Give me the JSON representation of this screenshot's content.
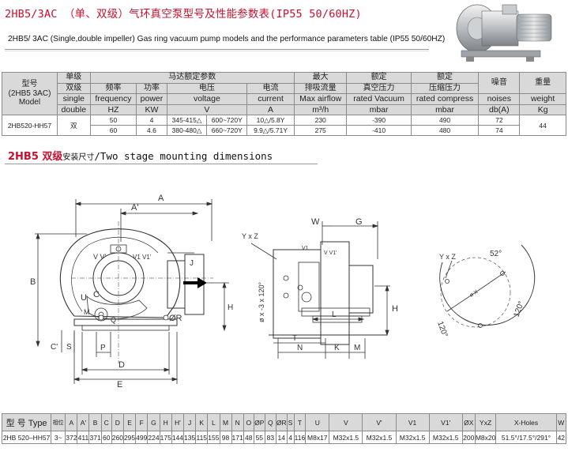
{
  "title": {
    "cn": "2HB5/3AC （单、双级）气环真空泵型号及性能参数表(IP55 50/60HZ)",
    "en": "2HB5/ 3AC (Single,double impeller) Gas ring vacuum pump models and the performance parameters table (IP55 50/60HZ)"
  },
  "perf_table": {
    "model_header": [
      "型号",
      "(2HB5 3AC)",
      "Model"
    ],
    "row1": [
      "单级",
      "马达额定参数",
      "最大",
      "额定",
      "额定",
      "噪音",
      "重量"
    ],
    "row2": [
      "双级",
      "频率",
      "功率",
      "电压",
      "电流",
      "排吸流量",
      "真空压力",
      "压缩压力"
    ],
    "row3": [
      "single",
      "frequency",
      "power",
      "voltage",
      "current",
      "Max airflow",
      "rated Vacuum",
      "rated compress",
      "noises",
      "weight"
    ],
    "row4": [
      "double",
      "HZ",
      "KW",
      "V",
      "A",
      "m³/h",
      "mbar",
      "mbar",
      "db(A)",
      "Kg"
    ],
    "data": {
      "model": "2HB520-HH57",
      "stage": "双",
      "weight": "44",
      "rows": [
        {
          "freq": "50",
          "power": "4",
          "v1": "345-415△",
          "v2": "600~720Y",
          "current": "10△/5.8Y",
          "airflow": "230",
          "vacuum": "-390",
          "compress": "490",
          "noise": "72"
        },
        {
          "freq": "60",
          "power": "4.6",
          "v1": "380-480△",
          "v2": "660~720Y",
          "current": "9.9△/5.71Y",
          "airflow": "275",
          "vacuum": "-410",
          "compress": "480",
          "noise": "74"
        }
      ]
    }
  },
  "section": {
    "red": "2HB5 双级",
    "cn": "安装尺寸",
    "en": "/Two stage mounting dimensions"
  },
  "drawing": {
    "front": [
      "A",
      "A'",
      "B",
      "U",
      "C",
      "V V'",
      "V1 V1'",
      "J",
      "M",
      "H",
      "P",
      "Q",
      "ØR",
      "S",
      "C'",
      "D",
      "E"
    ],
    "side": [
      "W",
      "G",
      "Y x Z",
      "V1",
      "V V1'",
      "ø x -3 x 120°",
      "L",
      "H",
      "T",
      "N",
      "K",
      "M"
    ],
    "flange": [
      "Y x Z",
      "52°",
      "120°",
      "120°",
      "ø X"
    ]
  },
  "dims_table": {
    "headers": [
      "型 号 Type",
      "相位",
      "A",
      "A'",
      "B",
      "C",
      "D",
      "E",
      "F",
      "G",
      "H",
      "H'",
      "J",
      "K",
      "L",
      "M",
      "N",
      "O",
      "ØP",
      "Q",
      "ØR",
      "S",
      "T",
      "U",
      "V",
      "V'",
      "V1",
      "V1'",
      "ØX",
      "YxZ",
      "X-Holes",
      "W"
    ],
    "values": [
      "2HB 520–HH57",
      "3~",
      "372",
      "411",
      "371",
      "60",
      "260",
      "295",
      "499",
      "224",
      "175",
      "144",
      "135",
      "115",
      "155",
      "98",
      "171",
      "48",
      "55",
      "83",
      "14",
      "4",
      "116",
      "M8x17",
      "M32x1.5",
      "M32x1.5",
      "M32x1.5",
      "M32x1.5",
      "200",
      "M8x20",
      "51.5°/17.5°/291°",
      "42"
    ]
  },
  "colors": {
    "accent": "#c8102e",
    "header_bg": "#d9d9d9",
    "grid": "#8a8a8a"
  }
}
